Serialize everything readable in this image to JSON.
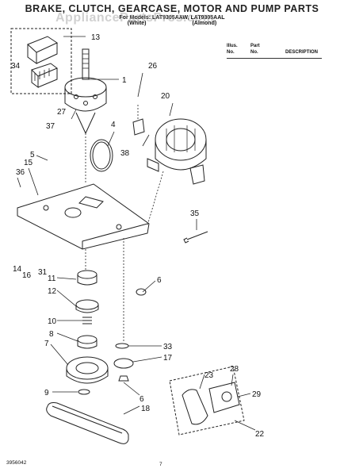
{
  "header": {
    "title": "BRAKE, CLUTCH, GEARCASE, MOTOR AND PUMP PARTS",
    "models": "For Models: LAT9305AAW, LAT9305AAL",
    "color_left": "(White)",
    "color_right": "(Almond)"
  },
  "watermark": "AppliancePartsPros.com",
  "parts_table_header": {
    "col_illus_1": "Illus.",
    "col_illus_2": "No.",
    "col_part_1": "Part",
    "col_part_2": "No.",
    "col_desc": "DESCRIPTION"
  },
  "callouts": [
    "13",
    "34",
    "26",
    "1",
    "20",
    "27",
    "37",
    "4",
    "38",
    "5",
    "36",
    "15",
    "35",
    "14",
    "16",
    "31",
    "11",
    "6",
    "12",
    "10",
    "8",
    "7",
    "33",
    "17",
    "9",
    "6",
    "18",
    "23",
    "28",
    "29",
    "22"
  ],
  "footer": {
    "doc_number": "3956042",
    "page_number": "7"
  }
}
